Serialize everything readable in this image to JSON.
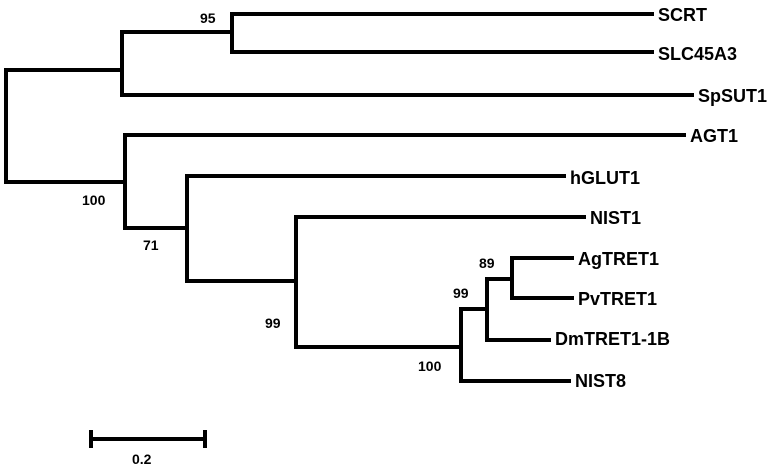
{
  "tree": {
    "taxa": [
      {
        "id": "scrt",
        "label": "SCRT"
      },
      {
        "id": "slc45a3",
        "label": "SLC45A3"
      },
      {
        "id": "spsut1",
        "label": "SpSUT1"
      },
      {
        "id": "agt1",
        "label": "AGT1"
      },
      {
        "id": "hglut1",
        "label": "hGLUT1"
      },
      {
        "id": "nist1",
        "label": "NIST1"
      },
      {
        "id": "agtret1",
        "label": "AgTRET1"
      },
      {
        "id": "pvtret1",
        "label": "PvTRET1"
      },
      {
        "id": "dmtret1",
        "label": "DmTRET1-1B"
      },
      {
        "id": "nist8",
        "label": "NIST8"
      }
    ],
    "support_values": [
      {
        "node": "scrt-slc45a3",
        "value": "95"
      },
      {
        "node": "transporters-clade",
        "value": "100"
      },
      {
        "node": "hglut1-clade",
        "value": "71"
      },
      {
        "node": "nist1-clade",
        "value": "99"
      },
      {
        "node": "tret-nist8-clade",
        "value": "100"
      },
      {
        "node": "tret-clade",
        "value": "99"
      },
      {
        "node": "ag-pv",
        "value": "89"
      }
    ]
  },
  "scale_bar": {
    "label": "0.2",
    "length": 0.2
  }
}
